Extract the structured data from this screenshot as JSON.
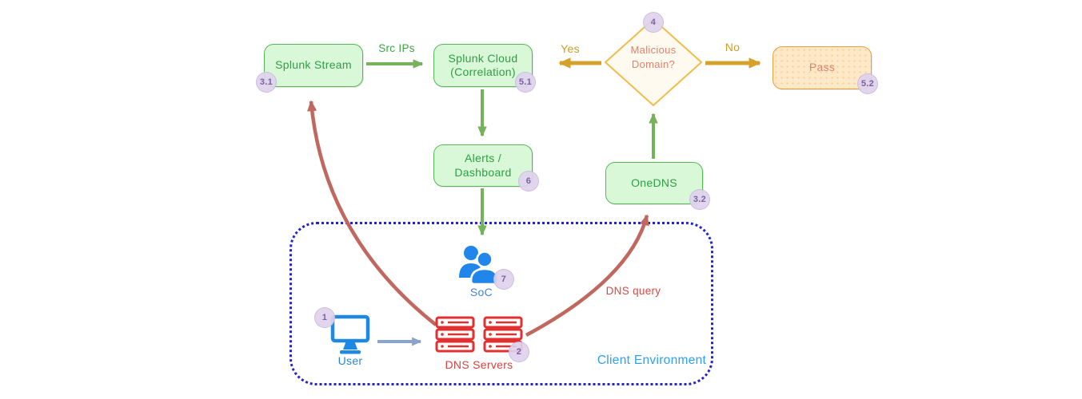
{
  "palette": {
    "green_fill": "#d8f8d8",
    "green_border": "#57b857",
    "green_text": "#2f9e44",
    "green_arrow": "#75b35b",
    "gold_arrow": "#d4a12a",
    "salmon_text": "#e0826a",
    "diamond_border": "#f0bc4a",
    "diamond_fill": "#fffaf0",
    "pass_fill": "#fde9c8",
    "pass_border": "#e8a13c",
    "red_arrow": "#c0675f",
    "server_red": "#e23030",
    "red_label": "#d6423c",
    "icon_blue": "#1e88e5",
    "user_label_blue": "#2e86d9",
    "client_label_blue": "#2f9ff5",
    "client_border_navy": "#2424cf",
    "steel_arrow": "#8aa5c8",
    "badge_bg": "#ded3eb",
    "badge_text": "#7d5fa8"
  },
  "nodes": {
    "splunk_stream": {
      "label": "Splunk Stream",
      "badge": "3.1"
    },
    "splunk_cloud": {
      "line1": "Splunk Cloud",
      "line2": "(Correlation)",
      "badge": "5.1"
    },
    "decision": {
      "line1": "Malicious",
      "line2": "Domain?",
      "badge": "4"
    },
    "pass": {
      "label": "Pass",
      "badge": "5.2"
    },
    "alerts": {
      "line1": "Alerts /",
      "line2": "Dashboard",
      "badge": "6"
    },
    "onedns": {
      "label": "OneDNS",
      "badge": "3.2"
    },
    "soc": {
      "label": "SoC",
      "badge": "7"
    },
    "user": {
      "label": "User",
      "badge": "1"
    },
    "dns_servers": {
      "label": "DNS Servers",
      "badge": "2"
    }
  },
  "edges": {
    "src_ips": {
      "label": "Src IPs"
    },
    "yes": {
      "label": "Yes"
    },
    "no": {
      "label": "No"
    },
    "dns_query": {
      "label": "DNS query"
    }
  },
  "container": {
    "label": "Client Environment"
  }
}
